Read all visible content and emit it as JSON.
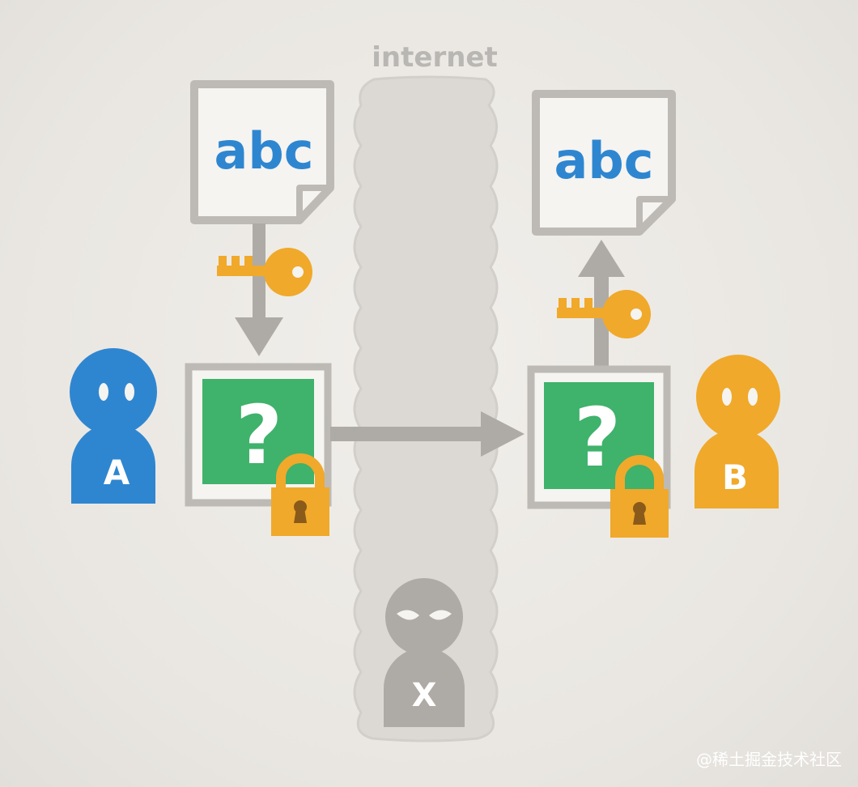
{
  "title": "internet",
  "document_text": "abc",
  "encrypted_symbol": "?",
  "sender": {
    "label": "A",
    "color": "#2f86d0"
  },
  "receiver": {
    "label": "B",
    "color": "#f0a92a"
  },
  "eavesdropper": {
    "label": "X",
    "color": "#aeaba6"
  },
  "watermark": "@稀土掘金技术社区",
  "colors": {
    "key": "#f0a92a",
    "lock": "#f0a92a",
    "keyhole": "#8a5a1a",
    "encrypted_box": "#3fb26b",
    "outline": "#bdbab5",
    "internet_band": "#dcd9d4"
  },
  "icons": [
    "document-icon",
    "key-icon",
    "lock-icon",
    "person-icon",
    "hacker-icon",
    "arrow-icon"
  ]
}
